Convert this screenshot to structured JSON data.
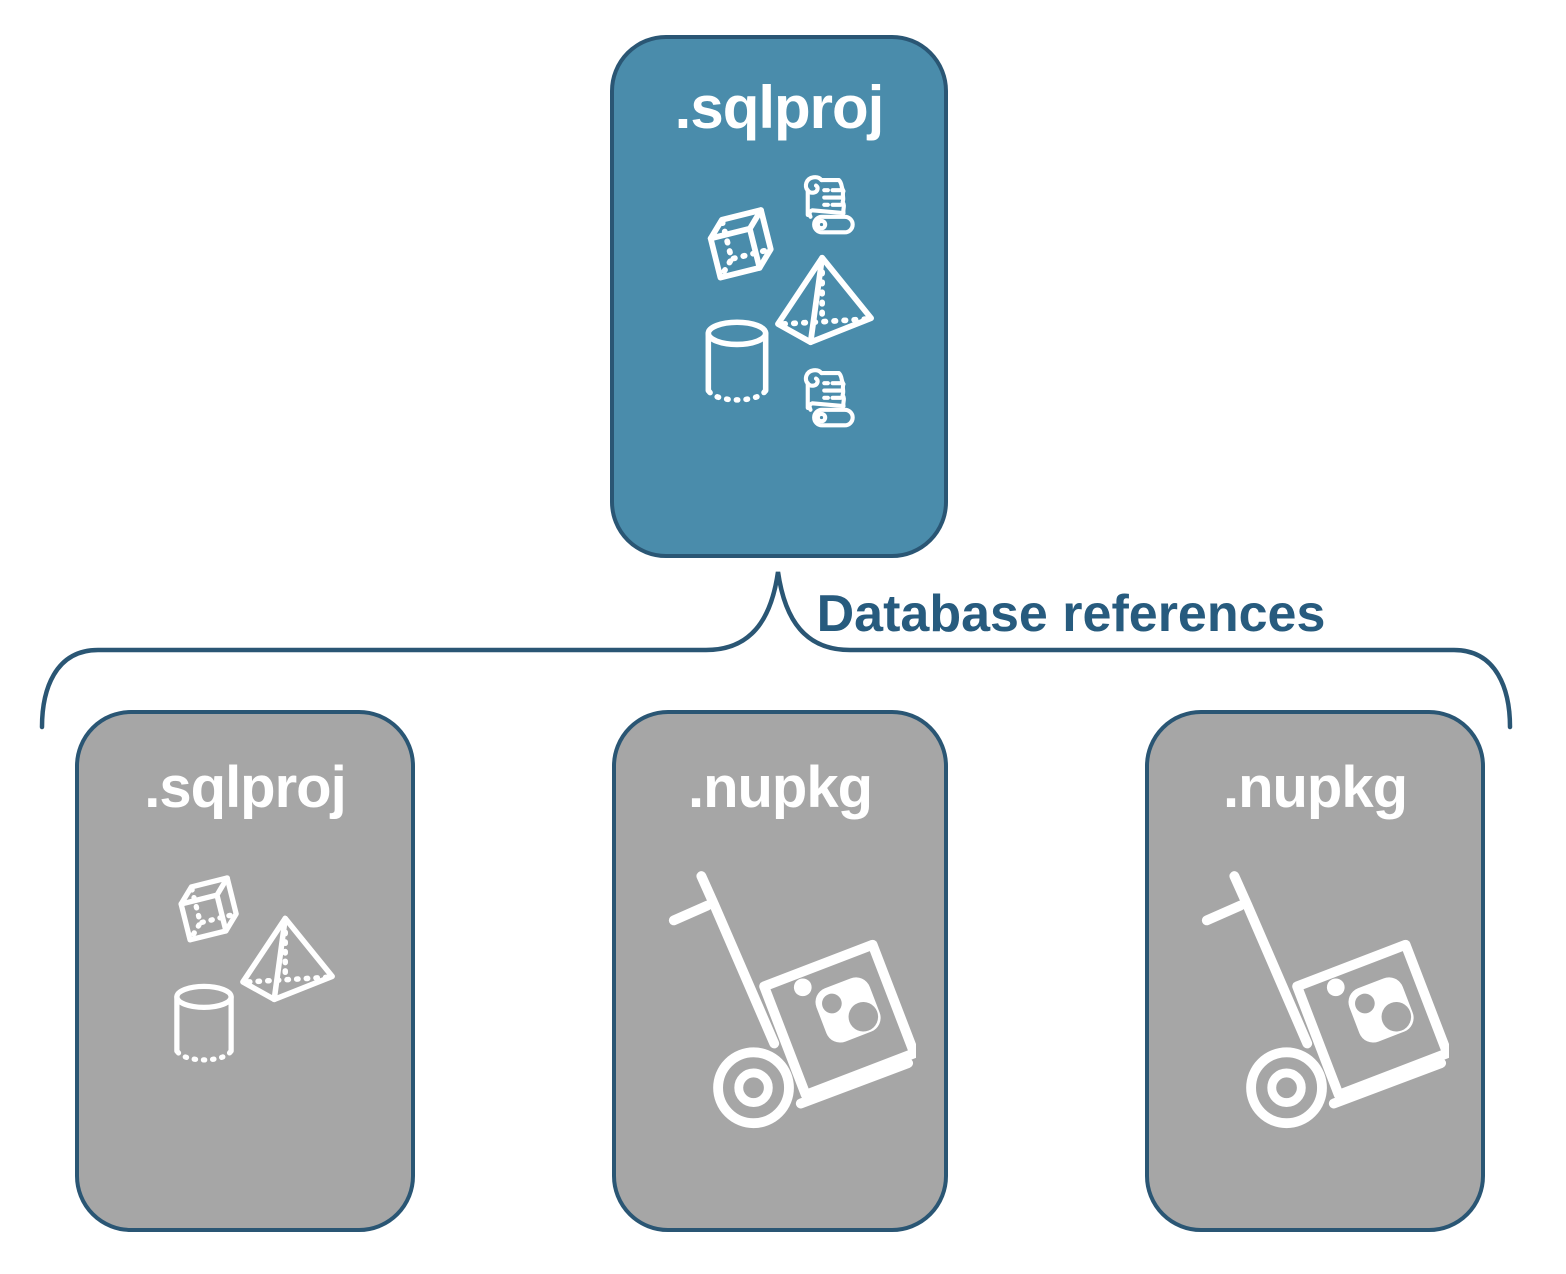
{
  "root": {
    "label": ".sqlproj",
    "kind": "sql-project",
    "icons": [
      "scroll-icon",
      "cube-icon",
      "pyramid-icon",
      "cylinder-icon",
      "scroll-icon"
    ]
  },
  "connector": {
    "label": "Database references"
  },
  "children": [
    {
      "label": ".sqlproj",
      "kind": "sql-project",
      "icons": [
        "cube-icon",
        "pyramid-icon",
        "cylinder-icon"
      ]
    },
    {
      "label": ".nupkg",
      "kind": "nuget-package",
      "icons": [
        "package-dolly-icon"
      ]
    },
    {
      "label": ".nupkg",
      "kind": "nuget-package",
      "icons": [
        "package-dolly-icon"
      ]
    }
  ],
  "colors": {
    "root_fill": "#4a8cab",
    "child_fill": "#a6a6a6",
    "outline": "#2a5674",
    "label_text": "#275b7e",
    "icon": "#ffffff",
    "background": "#ffffff"
  }
}
